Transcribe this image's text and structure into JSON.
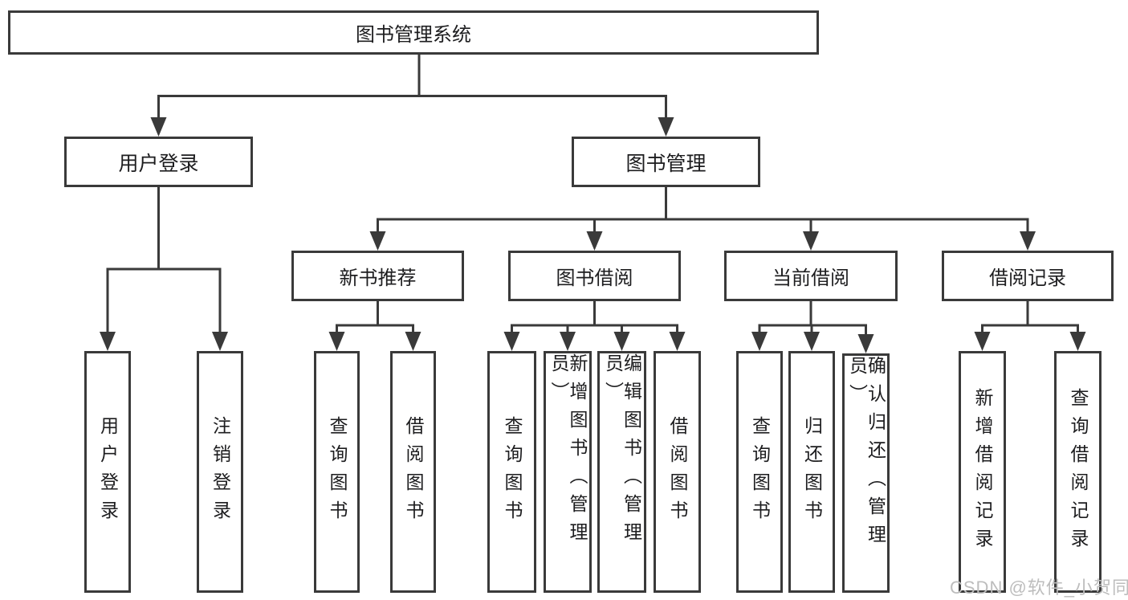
{
  "diagram": {
    "root": {
      "label": "图书管理系统"
    },
    "branches": [
      {
        "label": "用户登录",
        "children": [
          {
            "label": "用户登录"
          },
          {
            "label": "注销登录"
          }
        ]
      },
      {
        "label": "图书管理",
        "children": [
          {
            "label": "新书推荐",
            "children": [
              {
                "label": "查询图书"
              },
              {
                "label": "借阅图书"
              }
            ]
          },
          {
            "label": "图书借阅",
            "children": [
              {
                "label": "查询图书"
              },
              {
                "label": "新增图书（管理员）"
              },
              {
                "label": "编辑图书（管理员）"
              },
              {
                "label": "借阅图书"
              }
            ]
          },
          {
            "label": "当前借阅",
            "children": [
              {
                "label": "查询图书"
              },
              {
                "label": "归还图书"
              },
              {
                "label": "确认归还（管理员）"
              }
            ]
          },
          {
            "label": "借阅记录",
            "children": [
              {
                "label": "新增借阅记录"
              },
              {
                "label": "查询借阅记录"
              }
            ]
          }
        ]
      }
    ]
  },
  "watermark": {
    "text": "CSDN @软件_小贺同学"
  },
  "colors": {
    "line": "#3a3a3a",
    "text": "#1d1d1f",
    "watermark": "#bdbdbd",
    "bg": "#ffffff"
  }
}
